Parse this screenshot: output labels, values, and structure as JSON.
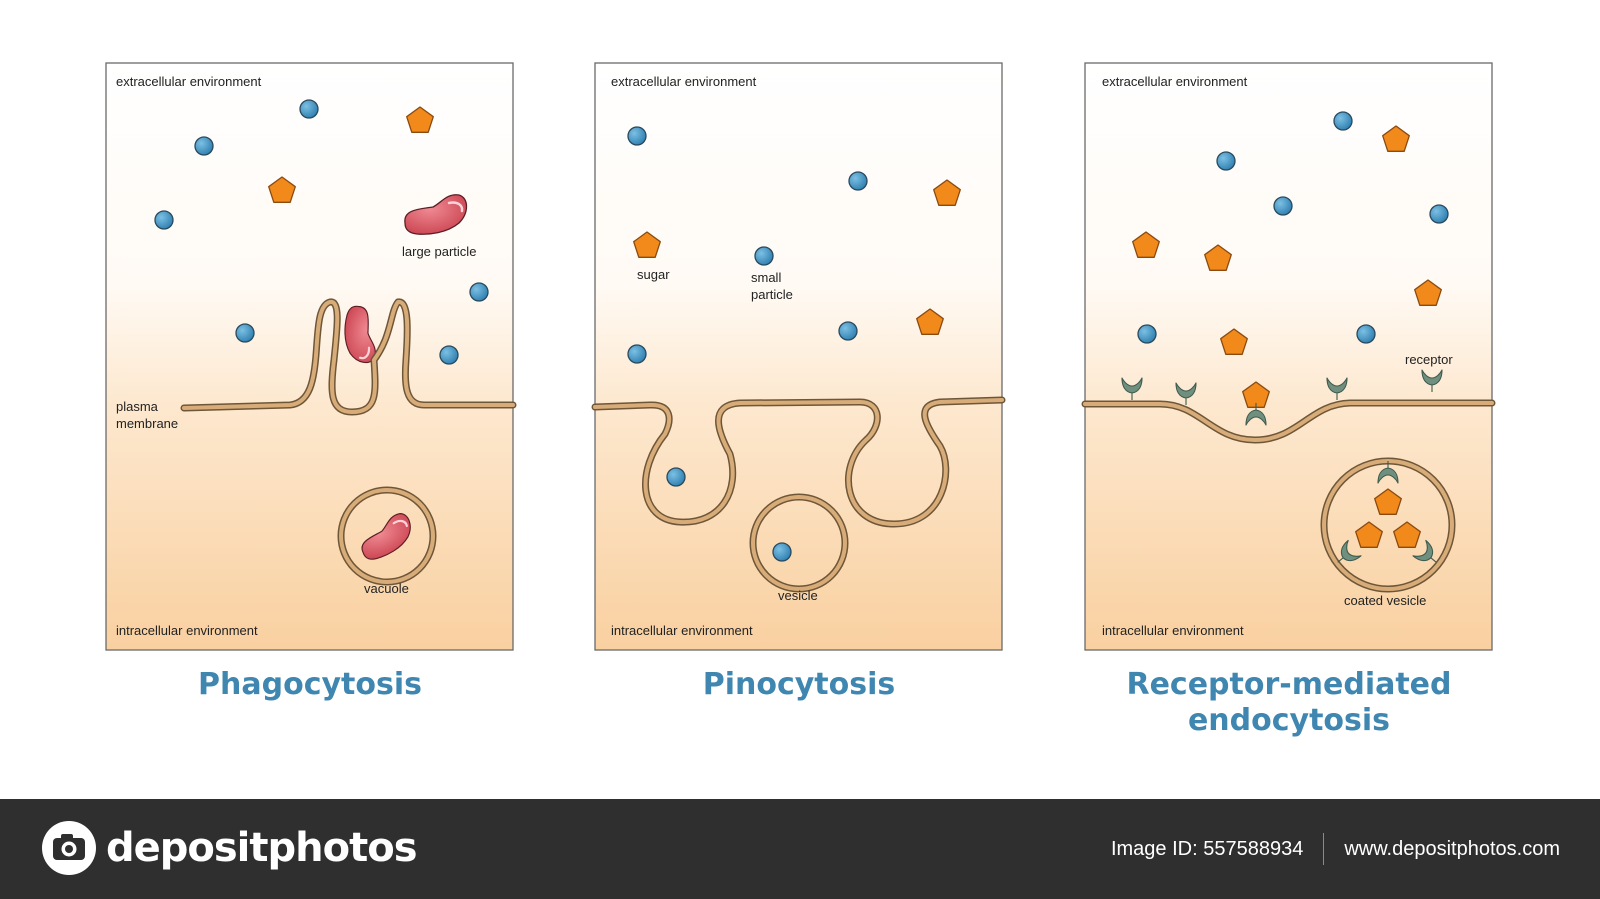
{
  "panels": [
    {
      "title": "Phagocytosis",
      "extracellular": "extracellular environment",
      "intracellular": "intracellular environment",
      "labels": {
        "large_particle": "large particle",
        "plasma": "plasma",
        "membrane": "membrane",
        "vacuole": "vacuole"
      }
    },
    {
      "title": "Pinocytosis",
      "extracellular": "extracellular environment",
      "intracellular": "intracellular environment",
      "labels": {
        "sugar": "sugar",
        "small": "small",
        "particle": "particle",
        "vesicle": "vesicle"
      }
    },
    {
      "title_line1": "Receptor-mediated",
      "title_line2": "endocytosis",
      "extracellular": "extracellular environment",
      "intracellular": "intracellular environment",
      "labels": {
        "receptor": "receptor",
        "coated_vesicle": "coated vesicle"
      }
    }
  ],
  "colors": {
    "small_particle": "#3a8fbf",
    "sugar": "#f28a1b",
    "large_particle": "#d9545f",
    "membrane": "#d8ac78",
    "receptor": "#6f8f7f",
    "title": "#3f87b0",
    "intracellular_fill": "#f9d3a6"
  },
  "footer": {
    "brand": "depositphotos",
    "image_id": "Image ID: 557588934",
    "website": "www.depositphotos.com",
    "logo_icon": "camera-icon"
  }
}
